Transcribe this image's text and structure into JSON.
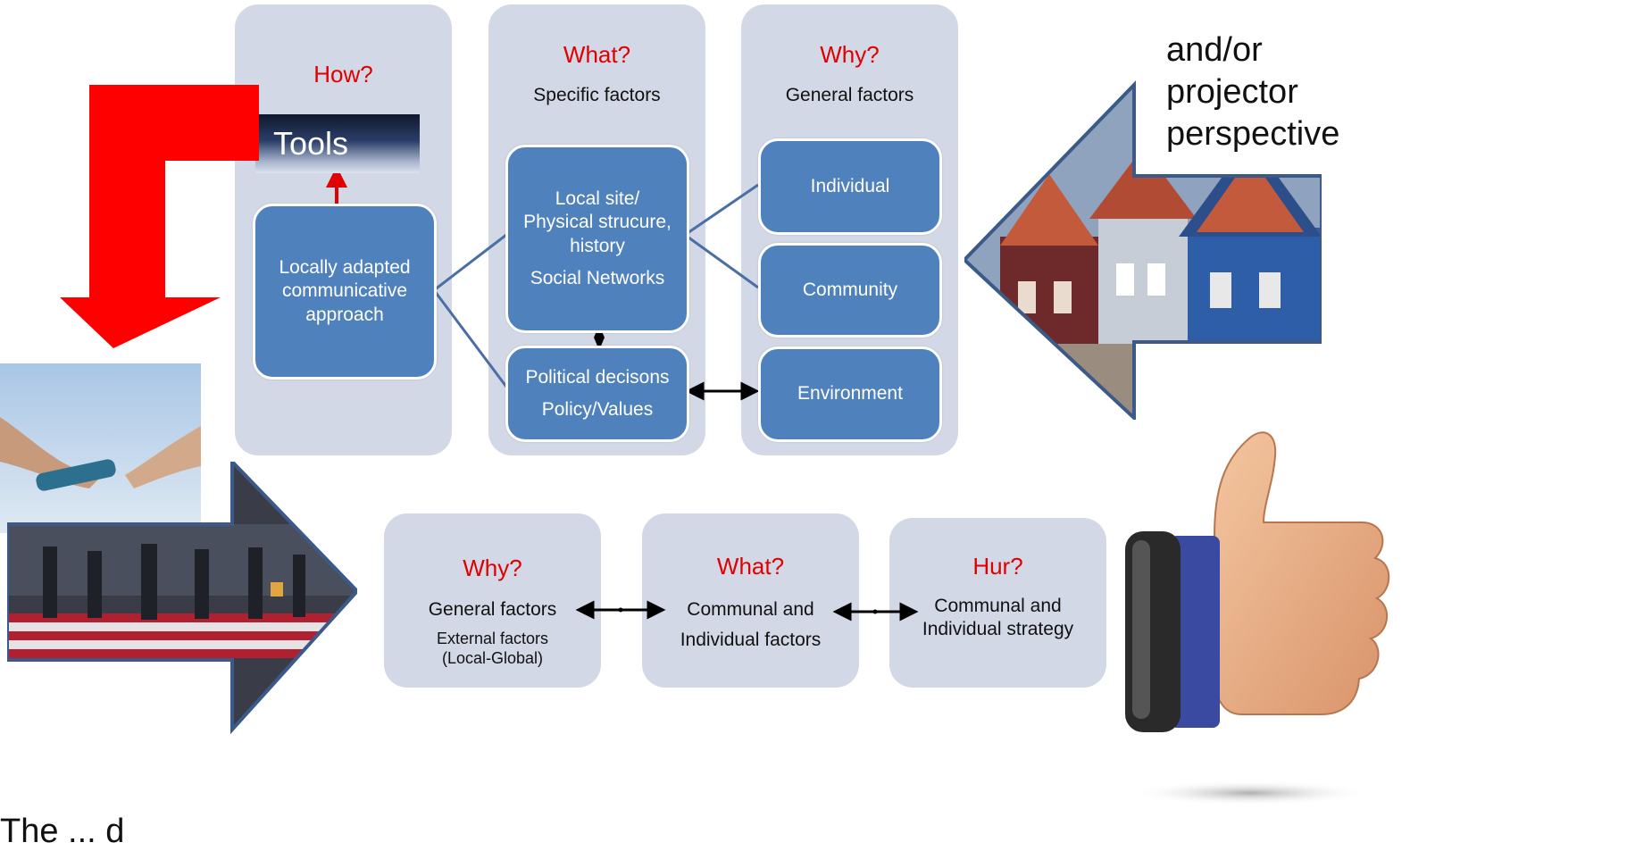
{
  "top_diagram": {
    "how_panel": {
      "question": "How?",
      "tools_label": "Tools",
      "box_text": [
        "Locally adapted",
        "communicative",
        "approach"
      ]
    },
    "what_panel": {
      "question": "What?",
      "subtitle": "Specific factors",
      "site_box": [
        "Local site/",
        "Physical  strucure,",
        "history",
        "Social Networks"
      ],
      "political_box": [
        "Political decisons",
        "Policy/Values"
      ]
    },
    "why_panel": {
      "question": "Why?",
      "subtitle": "General factors",
      "boxes": [
        "Individual",
        "Community",
        "Environment"
      ]
    }
  },
  "perspective_text": [
    "and/or",
    "projector",
    "perspective"
  ],
  "bottom_diagram": {
    "why": {
      "question": "Why?",
      "lines": [
        "General factors"
      ],
      "small_lines": [
        "External factors",
        "(Local-Global)"
      ]
    },
    "what": {
      "question": "What?",
      "lines": [
        "Communal and",
        "Individual factors"
      ]
    },
    "hur": {
      "question": "Hur?",
      "lines": [
        "Communal and",
        "Individual strategy"
      ]
    }
  },
  "footer_text": "The  ...  d",
  "colors": {
    "question": "#e00000",
    "box_blue": "#4f81bd",
    "panel_grey": "#d2d8e5",
    "arrow_red": "#ff0000"
  },
  "images": [
    "houses-photo",
    "relay-baton-photo",
    "crowd-crossing-photo",
    "thumbs-up-icon"
  ]
}
